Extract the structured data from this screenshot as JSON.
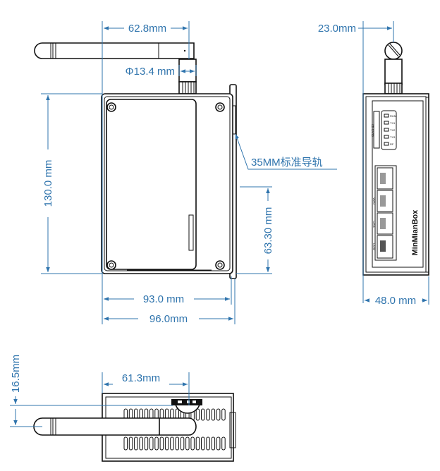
{
  "title": "MinMianBox dimension drawing",
  "colors": {
    "dimension": "#2f74ad",
    "outline": "#111111"
  },
  "front_view": {
    "antenna_length": "62.8mm",
    "connector_diameter": "Φ13.4 mm",
    "height": "130.0 mm",
    "rail_height": "63.30 mm",
    "width_inner": "93.0 mm",
    "width_total": "96.0mm",
    "rail_label": "35MM标准导轨"
  },
  "side_view": {
    "antenna_offset": "23.0mm",
    "depth": "48.0 mm",
    "brand": "MinMianBox",
    "sd_label": "SD CARD",
    "leds": [
      "RUN",
      "TX1",
      "TX2",
      "TX3",
      "RF"
    ],
    "ports": [
      "",
      "WAN",
      "LAN1",
      "LAN2"
    ]
  },
  "bottom_view": {
    "antenna_offset": "61.3mm",
    "antenna_height": "16.5mm"
  }
}
